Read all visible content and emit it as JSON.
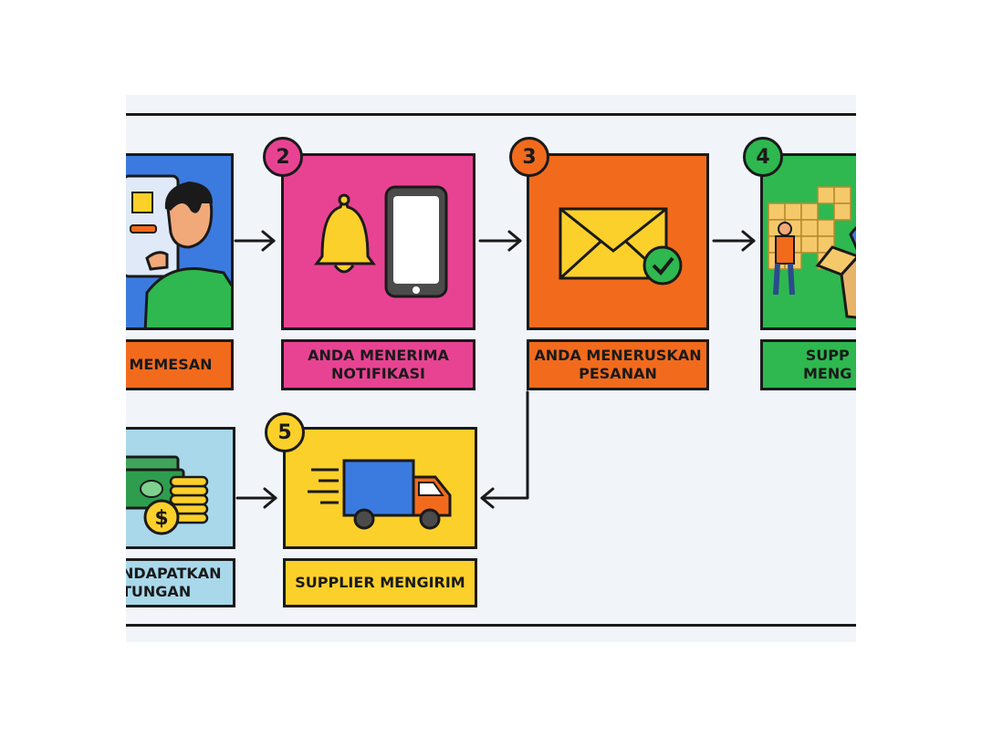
{
  "steps": [
    {
      "id": 1,
      "label": "MEMESAN",
      "color": "#f26b1d",
      "image_color": "#3b7be0"
    },
    {
      "id": 2,
      "badge": "2",
      "label": "ANDA MENERIMA\nNOTIFIKASI",
      "color": "#e84393",
      "image_color": "#e84393"
    },
    {
      "id": 3,
      "badge": "3",
      "label": "ANDA MENERUSKAN\nPESANAN",
      "color": "#f26b1d",
      "image_color": "#f26b1d"
    },
    {
      "id": 4,
      "badge": "4",
      "label": "SUPP\nMENG",
      "color": "#2eb84f",
      "image_color": "#2eb84f"
    },
    {
      "id": 5,
      "badge": "5",
      "label": "SUPPLIER MENGIRIM",
      "color": "#fcd02a",
      "image_color": "#fcd02a"
    },
    {
      "id": 6,
      "label": "NDAPATKAN\nTUNGAN",
      "color": "#a8d8ea",
      "image_color": "#a8d8ea"
    }
  ],
  "icons": {
    "step1": "person-ordering-on-screen-icon",
    "step2": "bell-and-phone-icon",
    "step3": "envelope-check-icon",
    "step4": "warehouse-worker-icon",
    "step5": "delivery-truck-icon",
    "step6": "money-coins-icon"
  },
  "colors": {
    "outline": "#1a1a1a",
    "background": "#f1f5f9"
  }
}
